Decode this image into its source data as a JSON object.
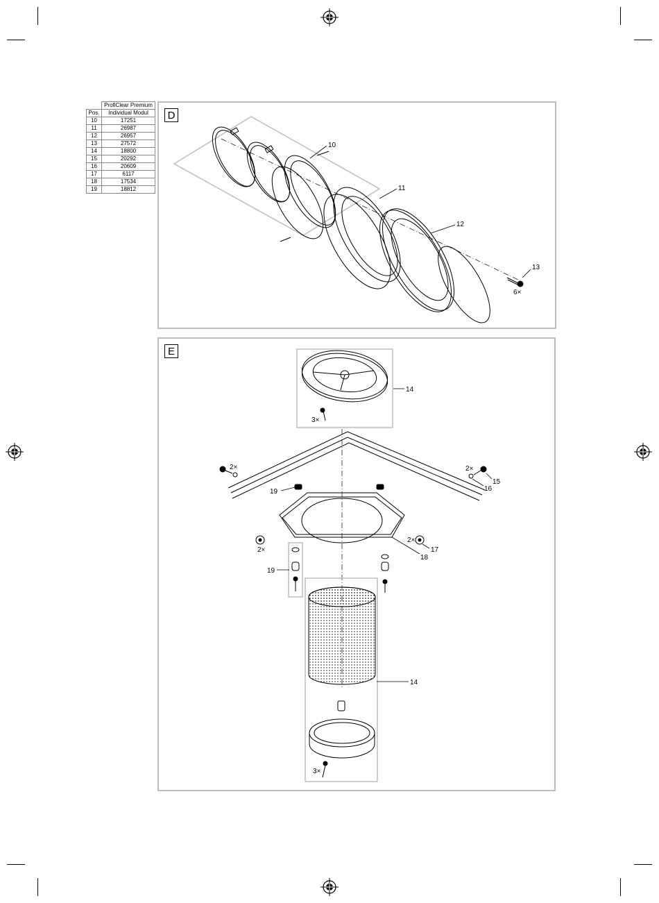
{
  "parts_table": {
    "header_pos": "Pos.",
    "header_model_line1": "ProfiClear Premium",
    "header_model_line2": "Individual Modul",
    "rows": [
      {
        "pos": "10",
        "part": "17251"
      },
      {
        "pos": "11",
        "part": "26987"
      },
      {
        "pos": "12",
        "part": "26957"
      },
      {
        "pos": "13",
        "part": "27572"
      },
      {
        "pos": "14",
        "part": "18800"
      },
      {
        "pos": "15",
        "part": "20292"
      },
      {
        "pos": "16",
        "part": "20609"
      },
      {
        "pos": "17",
        "part": "6117"
      },
      {
        "pos": "18",
        "part": "17534"
      },
      {
        "pos": "19",
        "part": "18812"
      }
    ]
  },
  "panel_d": {
    "letter": "D",
    "callouts": {
      "c10": "10",
      "c11": "11",
      "c12": "12",
      "c13": "13",
      "qty13": "6×"
    }
  },
  "panel_e": {
    "letter": "E",
    "callouts": {
      "c14_top": "14",
      "qty_top": "3×",
      "qty15": "2×",
      "c15": "15",
      "c16": "16",
      "qty_left": "2×",
      "c19_top": "19",
      "c19_side": "19",
      "qty_cap_left": "2×",
      "qty17": "2×",
      "c17": "17",
      "c18": "18",
      "c14_bottom": "14",
      "qty_bottom": "3×"
    }
  }
}
